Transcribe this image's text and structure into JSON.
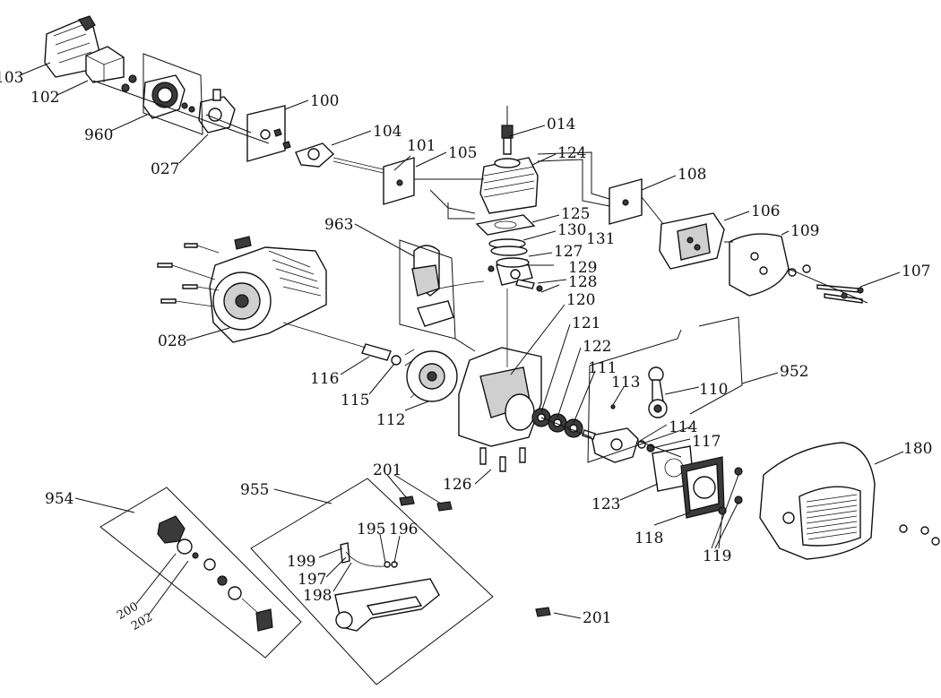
{
  "labels": {
    "p103": "103",
    "p102": "102",
    "p960": "960",
    "p027": "027",
    "p100": "100",
    "p104": "104",
    "p101": "101",
    "p105": "105",
    "p014": "014",
    "p124": "124",
    "p108": "108",
    "p106": "106",
    "p109": "109",
    "p107": "107",
    "p963": "963",
    "p125": "125",
    "p130": "130",
    "p131": "131",
    "p127": "127",
    "p129": "129",
    "p128": "128",
    "p120": "120",
    "p121": "121",
    "p122": "122",
    "p111": "111",
    "p113": "113",
    "p110": "110",
    "p952": "952",
    "p028": "028",
    "p116": "116",
    "p115": "115",
    "p112": "112",
    "p114": "114",
    "p117": "117",
    "p126": "126",
    "p123": "123",
    "p118": "118",
    "p119": "119",
    "p180": "180",
    "p954": "954",
    "p955": "955",
    "p201a": "201",
    "p195": "195",
    "p196": "196",
    "p199": "199",
    "p197": "197",
    "p198": "198",
    "p200": "200",
    "p202": "202",
    "p201b": "201"
  }
}
